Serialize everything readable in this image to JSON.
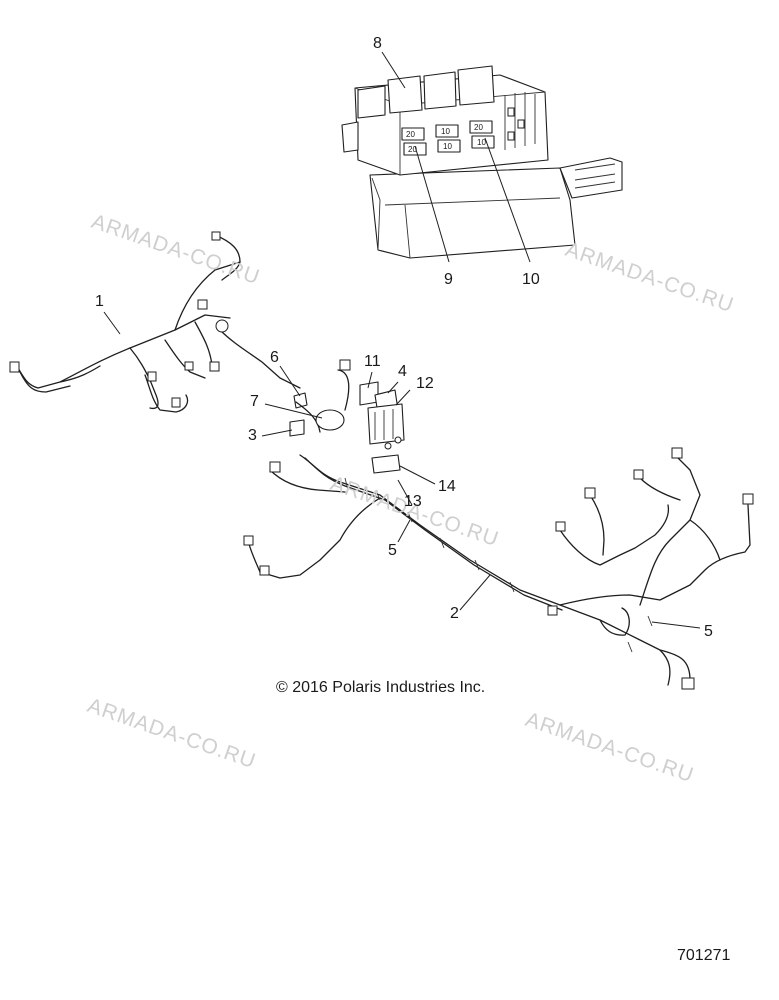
{
  "callouts": [
    {
      "id": "1",
      "label": "1"
    },
    {
      "id": "2",
      "label": "2"
    },
    {
      "id": "3",
      "label": "3"
    },
    {
      "id": "4",
      "label": "4"
    },
    {
      "id": "5a",
      "label": "5"
    },
    {
      "id": "5b",
      "label": "5"
    },
    {
      "id": "6",
      "label": "6"
    },
    {
      "id": "7",
      "label": "7"
    },
    {
      "id": "8",
      "label": "8"
    },
    {
      "id": "9",
      "label": "9"
    },
    {
      "id": "10",
      "label": "10"
    },
    {
      "id": "11",
      "label": "11"
    },
    {
      "id": "12",
      "label": "12"
    },
    {
      "id": "13",
      "label": "13"
    },
    {
      "id": "14",
      "label": "14"
    }
  ],
  "fuse_ratings": [
    "20",
    "10",
    "20",
    "20",
    "10",
    "10"
  ],
  "watermark": "ARMADA-CO.RU",
  "copyright": "© 2016 Polaris Industries Inc.",
  "figure_number": "701271"
}
